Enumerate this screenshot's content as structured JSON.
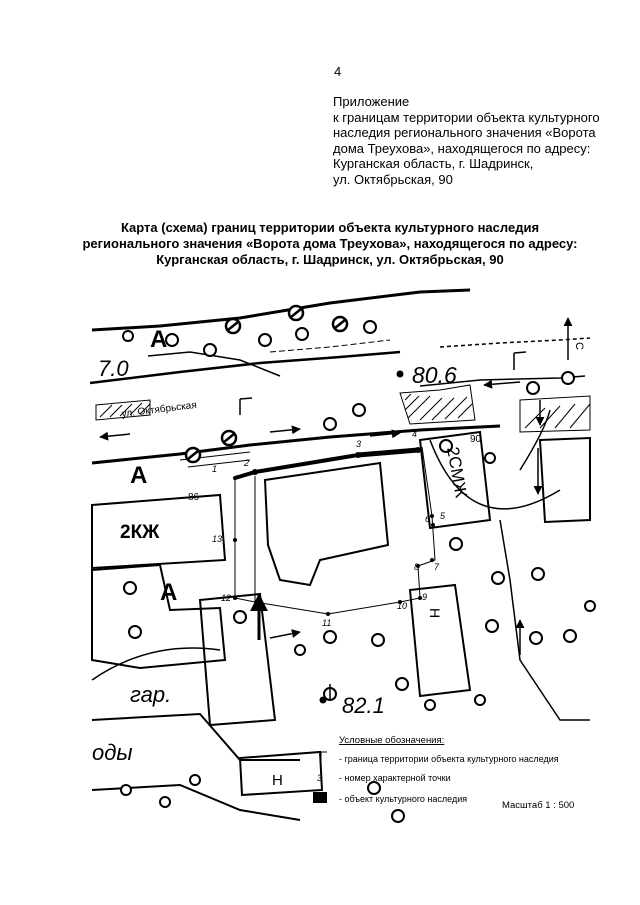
{
  "page_number": "4",
  "appendix": {
    "lines": [
      "Приложение",
      "к границам территории объекта культурного",
      "наследия регионального значения «Ворота",
      "дома Треухова», находящегося по адресу:",
      "Курганская область, г. Шадринск,",
      "ул. Октябрьская, 90"
    ]
  },
  "title": {
    "lines": [
      "Карта (схема) границ территории объекта культурного наследия",
      "регионального значения «Ворота дома Треухова», находящегося по адресу:",
      "Курганская область, г. Шадринск, ул. Октябрьская, 90"
    ]
  },
  "map": {
    "street_label": "ул. Октябрьская",
    "elevations": [
      "80.6",
      "82.1"
    ],
    "building_labels": [
      "2СМЖ",
      "2КЖ",
      "Н",
      "Н"
    ],
    "house_numbers": [
      "86",
      "90"
    ],
    "zone_letter": "А",
    "fragments": [
      "7.0",
      "гар.",
      "оды",
      "С"
    ],
    "points": [
      "1",
      "2",
      "3",
      "4",
      "5",
      "6",
      "7",
      "8",
      "9",
      "10",
      "11",
      "12",
      "13"
    ]
  },
  "legend": {
    "heading": "Условные обозначения:",
    "boundary": "- граница территории объекта культурного наследия",
    "point_symbol": "3",
    "point": "- номер характерной точки",
    "object": "- объект   культурного наследия"
  },
  "scale": "Масштаб 1 : 500",
  "colors": {
    "ink": "#000000",
    "paper": "#ffffff"
  }
}
